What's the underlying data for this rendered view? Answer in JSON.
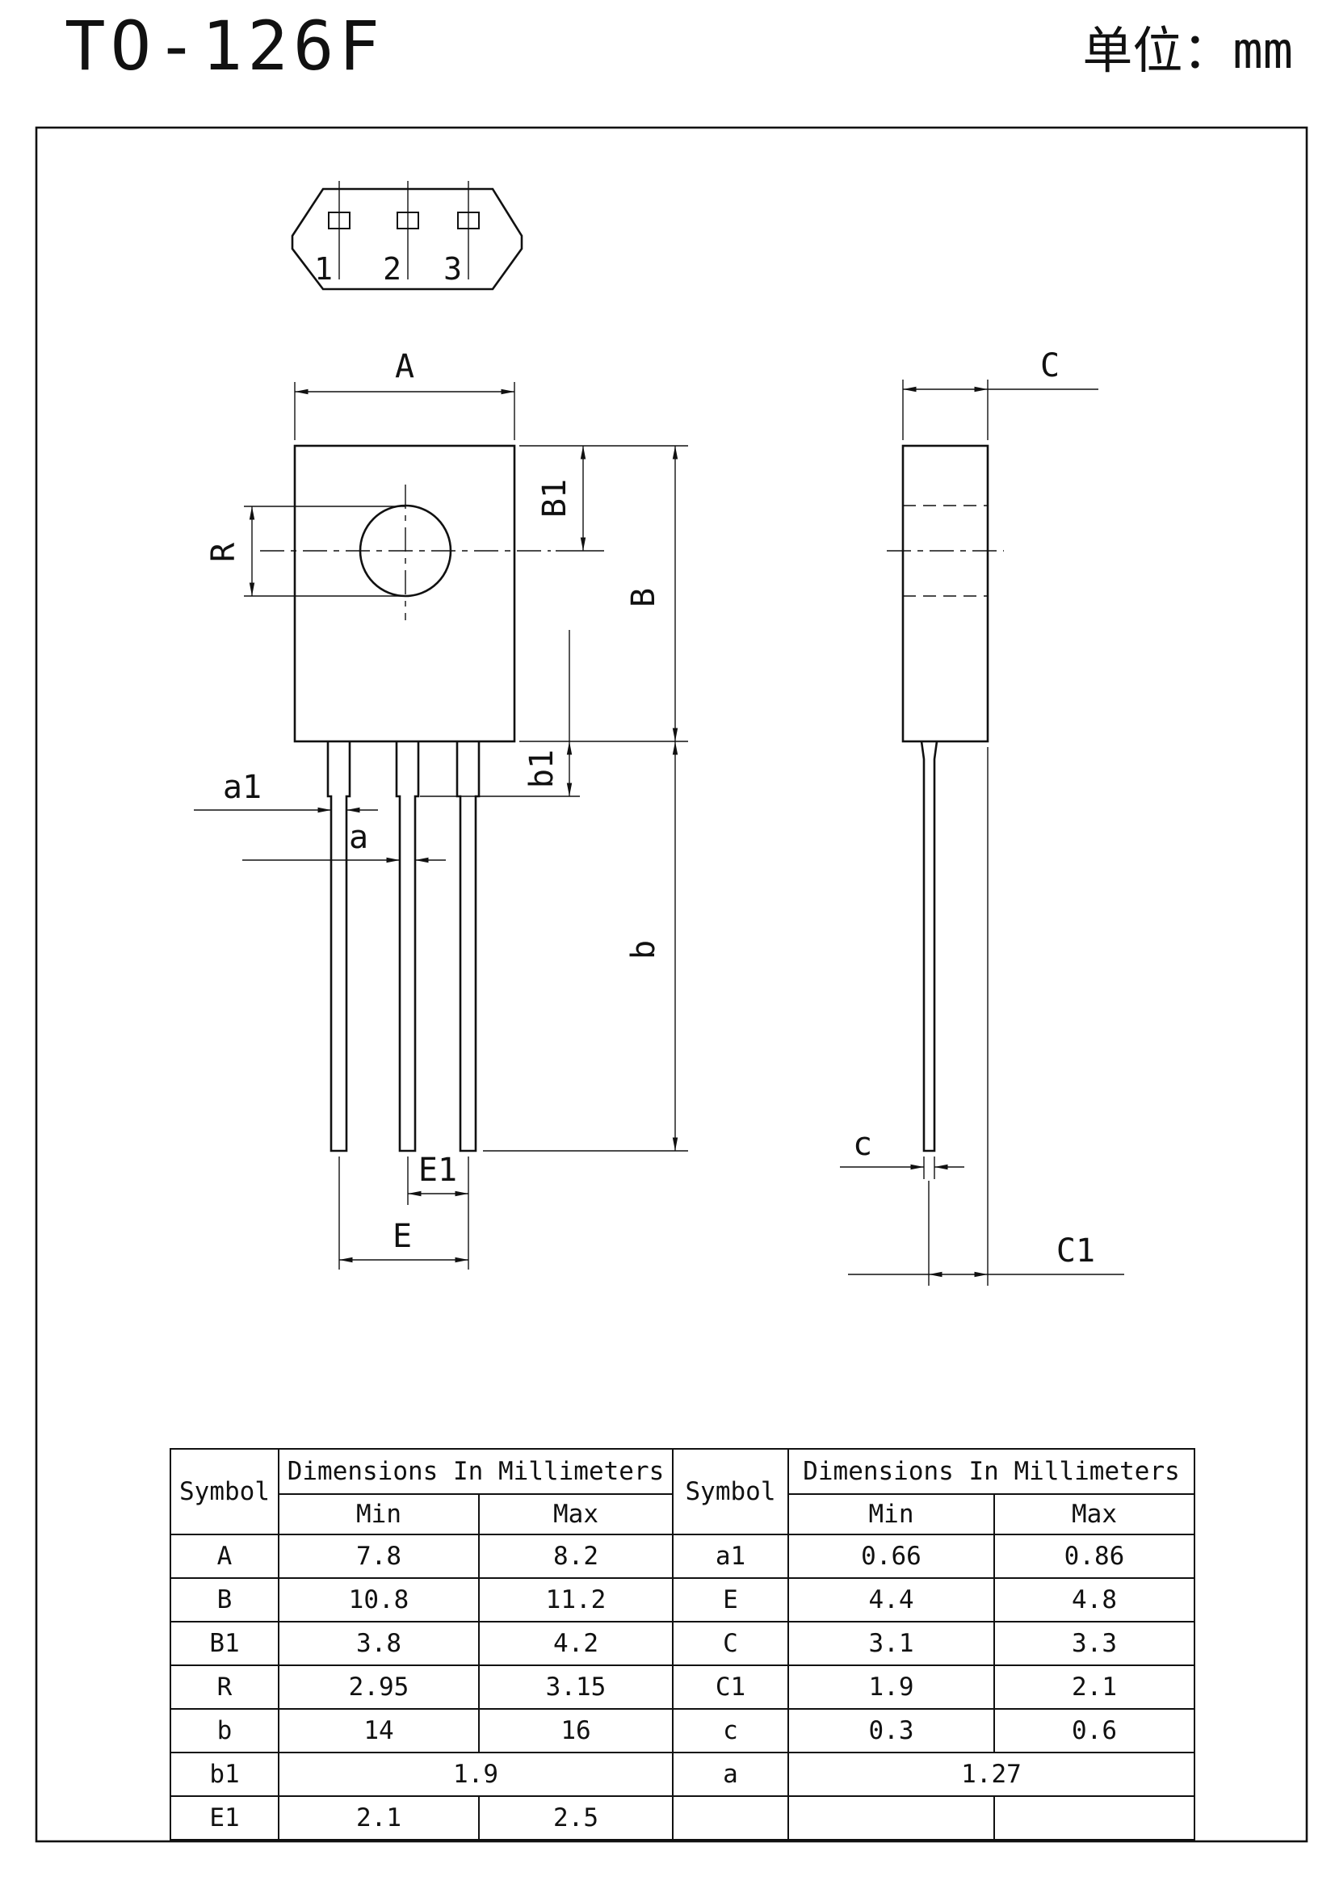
{
  "header": {
    "title": "TO-126F",
    "unit_label": "单位：mm"
  },
  "top_view": {
    "pins": [
      "1",
      "2",
      "3"
    ]
  },
  "dim_labels": {
    "A": "A",
    "B": "B",
    "B1": "B1",
    "R": "R",
    "a1": "a1",
    "a": "a",
    "b1": "b1",
    "b": "b",
    "E1": "E1",
    "E": "E",
    "C": "C",
    "c": "c",
    "C1": "C1"
  },
  "table": {
    "headers": {
      "symbol": "Symbol",
      "dims": "Dimensions In Millimeters",
      "min": "Min",
      "max": "Max"
    },
    "left_rows": [
      {
        "symbol": "A",
        "min": "7.8",
        "max": "8.2"
      },
      {
        "symbol": "B",
        "min": "10.8",
        "max": "11.2"
      },
      {
        "symbol": "B1",
        "min": "3.8",
        "max": "4.2"
      },
      {
        "symbol": "R",
        "min": "2.95",
        "max": "3.15"
      },
      {
        "symbol": "b",
        "min": "14",
        "max": "16"
      },
      {
        "symbol": "b1",
        "value": "1.9"
      },
      {
        "symbol": "E1",
        "min": "2.1",
        "max": "2.5"
      }
    ],
    "right_rows": [
      {
        "symbol": "a1",
        "min": "0.66",
        "max": "0.86"
      },
      {
        "symbol": "E",
        "min": "4.4",
        "max": "4.8"
      },
      {
        "symbol": "C",
        "min": "3.1",
        "max": "3.3"
      },
      {
        "symbol": "C1",
        "min": "1.9",
        "max": "2.1"
      },
      {
        "symbol": "c",
        "min": "0.3",
        "max": "0.6"
      },
      {
        "symbol": "a",
        "value": "1.27"
      },
      {
        "symbol": "",
        "min": "",
        "max": ""
      }
    ]
  }
}
